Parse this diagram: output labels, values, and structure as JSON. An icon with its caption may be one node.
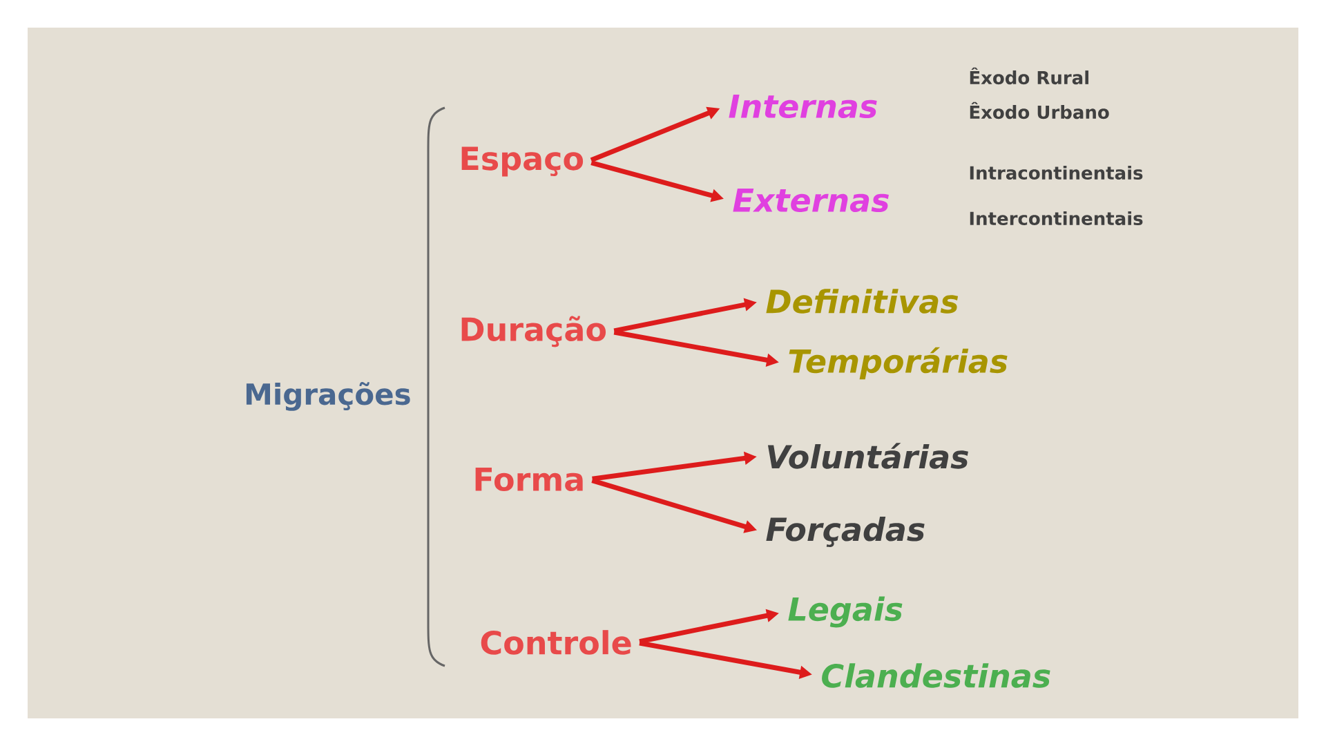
{
  "diagram": {
    "nodes": [
      {
        "text": [
          "Migrações"
        ]
      },
      {
        "text": [
          "Espaço"
        ]
      },
      {
        "text": [
          "Duração"
        ]
      },
      {
        "text": [
          "Forma"
        ]
      },
      {
        "text": [
          "Controle"
        ]
      },
      {
        "text": [
          "Internas"
        ]
      },
      {
        "text": [
          "Externas"
        ]
      },
      {
        "text": [
          "Definitivas"
        ]
      },
      {
        "text": [
          "Temporárias"
        ]
      },
      {
        "text": [
          "Voluntárias"
        ]
      },
      {
        "text": [
          "Forçadas"
        ]
      },
      {
        "text": [
          "Legais"
        ]
      },
      {
        "text": [
          "Clandestinas"
        ]
      }
    ],
    "edges": [
      {
        "from": 1,
        "to": 5,
        "arrow": "to"
      },
      {
        "from": 1,
        "to": 6,
        "arrow": "to"
      },
      {
        "from": 2,
        "to": 7,
        "arrow": "to"
      },
      {
        "from": 2,
        "to": 8,
        "arrow": "to"
      },
      {
        "from": 3,
        "to": 9,
        "arrow": "to"
      },
      {
        "from": 3,
        "to": 10,
        "arrow": "to"
      },
      {
        "from": 4,
        "to": 11,
        "arrow": "to"
      },
      {
        "from": 4,
        "to": 12,
        "arrow": "to"
      }
    ],
    "labels": [
      "Êxodo Rural",
      "Êxodo Urbano",
      "Intracontinentais",
      "Intercontinentais"
    ]
  }
}
